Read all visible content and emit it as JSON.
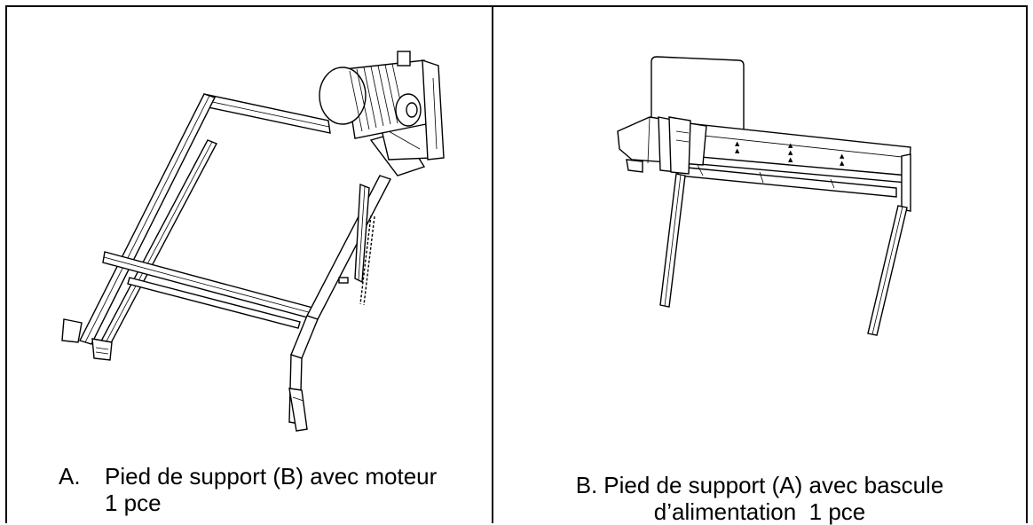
{
  "parts": [
    {
      "marker": "A.",
      "title": "Pied de support (B) avec moteur",
      "quantity": "1 pce",
      "drawing_icon": "support-stand-with-motor-drawing"
    },
    {
      "marker": "B.",
      "title": "Pied de support (A) avec bascule",
      "subtitle": "d’alimentation",
      "quantity": "1 pce",
      "drawing_icon": "support-stand-with-feed-tilt-drawing"
    }
  ],
  "colors": {
    "line": "#000000",
    "background": "#ffffff"
  }
}
